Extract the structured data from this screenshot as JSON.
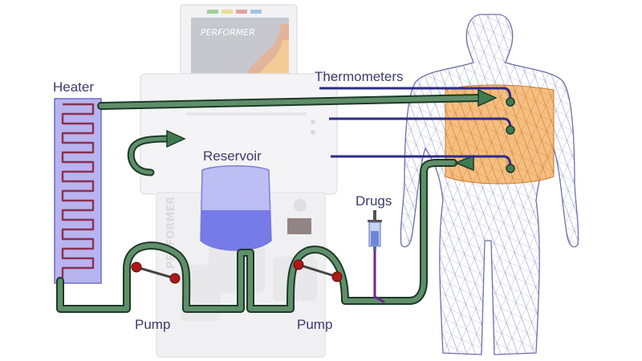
{
  "labels": {
    "heater": "Heater",
    "thermometers": "Thermometers",
    "reservoir": "Reservoir",
    "drugs": "Drugs",
    "pump_left": "Pump",
    "pump_right": "Pump"
  },
  "machine": {
    "screen_brand": "PERFORMER",
    "side_brand": "PERFORMER"
  },
  "colors": {
    "tube_outer": "#1d3a26",
    "tube_inner": "#5f8f6a",
    "arrow_green": "#3f7b52",
    "arrow_blue": "#2b2b8a",
    "heater_fill": "#b7b4f0",
    "heater_coil": "#8c3050",
    "reservoir_fill": "#aeb0f4",
    "reservoir_fluid": "#6f73e6",
    "abdomen_fill": "#f5b46a",
    "pump_handle": "#b01818",
    "body_wire": "#8a8fc4"
  }
}
